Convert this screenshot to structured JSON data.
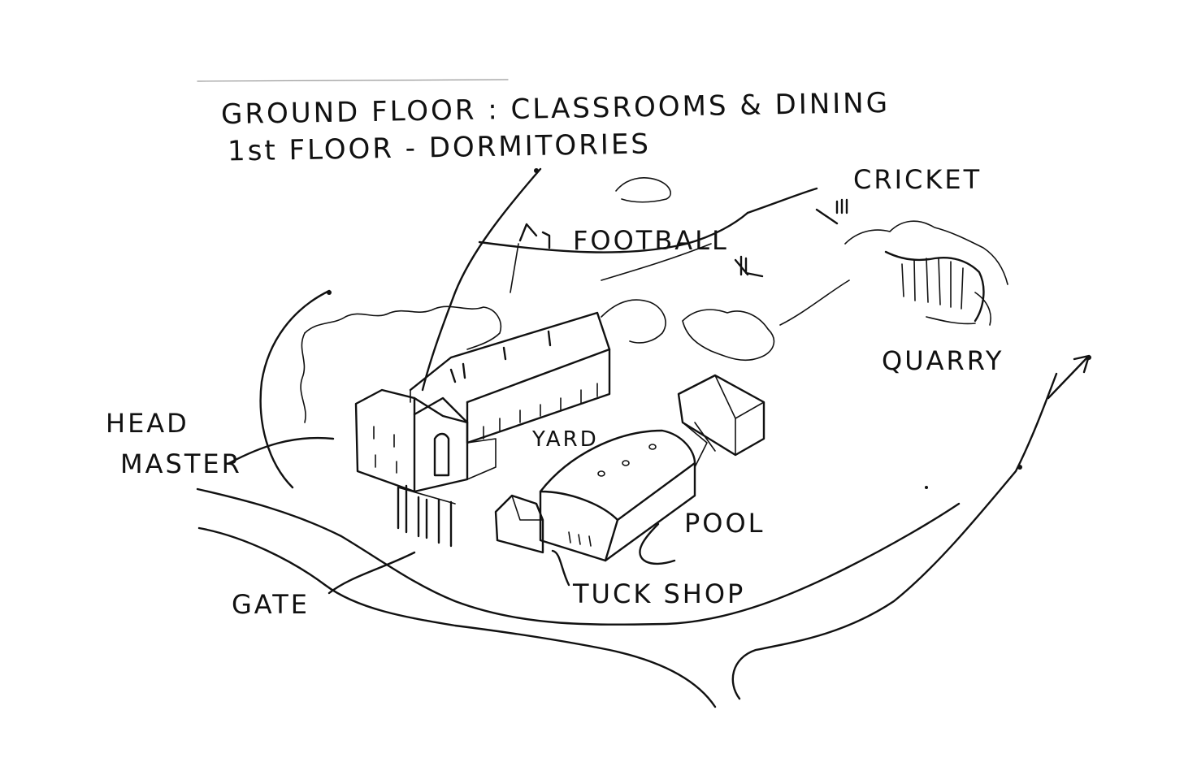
{
  "notes": {
    "line1": "GROUND FLOOR : CLASSROOMS & DINING",
    "line2": "1st FLOOR - DORMITORIES"
  },
  "labels": {
    "football": "FOOTBALL",
    "cricket": "CRICKET",
    "quarry": "QUARRY",
    "head_master_line1": "HEAD",
    "head_master_line2": "MASTER",
    "yard": "YARD",
    "pool": "POOL",
    "gate": "GATE",
    "tuck_shop": "TUCK SHOP"
  }
}
